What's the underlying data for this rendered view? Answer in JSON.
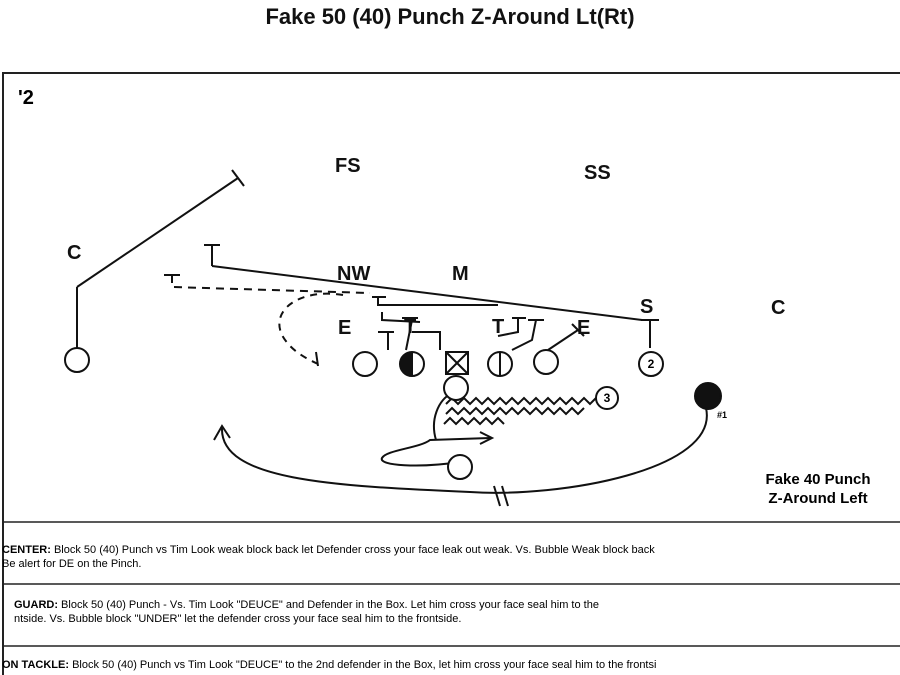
{
  "title": "Fake 50 (40) Punch Z-Around Lt(Rt)",
  "play_number": "'2",
  "defense_labels": {
    "fs": "FS",
    "ss": "SS",
    "c_left": "C",
    "c_right": "C",
    "nw": "NW",
    "m": "M",
    "s": "S",
    "e_left": "E",
    "t_left": "T",
    "t_right": "T",
    "e_right": "E"
  },
  "player_numbers": {
    "two": "2",
    "three": "3",
    "one": "#1"
  },
  "caption": {
    "line1": "Fake 40 Punch",
    "line2": "Z-Around Left"
  },
  "notes": {
    "center_label": "CENTER:",
    "center_text": " Block 50 (40) Punch vs Tim Look weak block back let Defender cross your face leak out weak. Vs. Bubble Weak block back",
    "center_text2": "Be alert for DE on the Pinch.",
    "guard_label": "GUARD:",
    "guard_text": " Block 50 (40) Punch - Vs. Tim Look \"DEUCE\" and Defender in the Box.  Let him cross your face seal him to the",
    "guard_text2": "ntside.  Vs. Bubble block \"UNDER\" let the defender cross your face seal him to the frontside.",
    "tackle_label": "ON TACKLE:",
    "tackle_text": " Block 50 (40) Punch vs Tim Look \"DEUCE\" to the 2nd defender in the Box, let him cross your face seal him to the frontsi"
  }
}
